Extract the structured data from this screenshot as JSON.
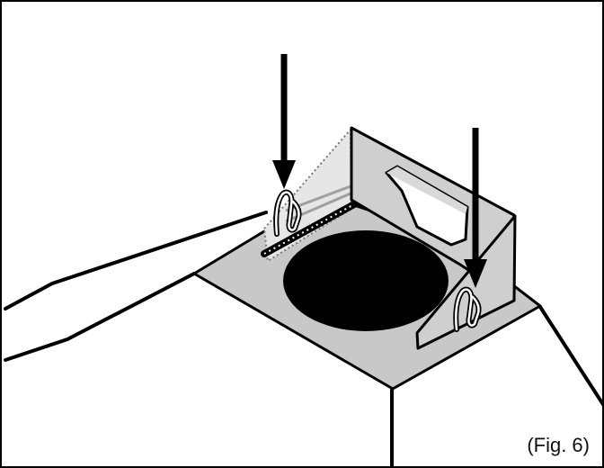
{
  "figure": {
    "caption": "(Fig. 6)",
    "colors": {
      "line": "#000000",
      "plate_fill": "#c8c8c8",
      "panel_fill": "#cfcfcf",
      "panel_light": "#e6e6e6",
      "hole_fill": "#000000",
      "clip_fill": "#ffffff",
      "background": "#ffffff"
    },
    "parts": {
      "arrows": 2,
      "clips": 2
    }
  }
}
